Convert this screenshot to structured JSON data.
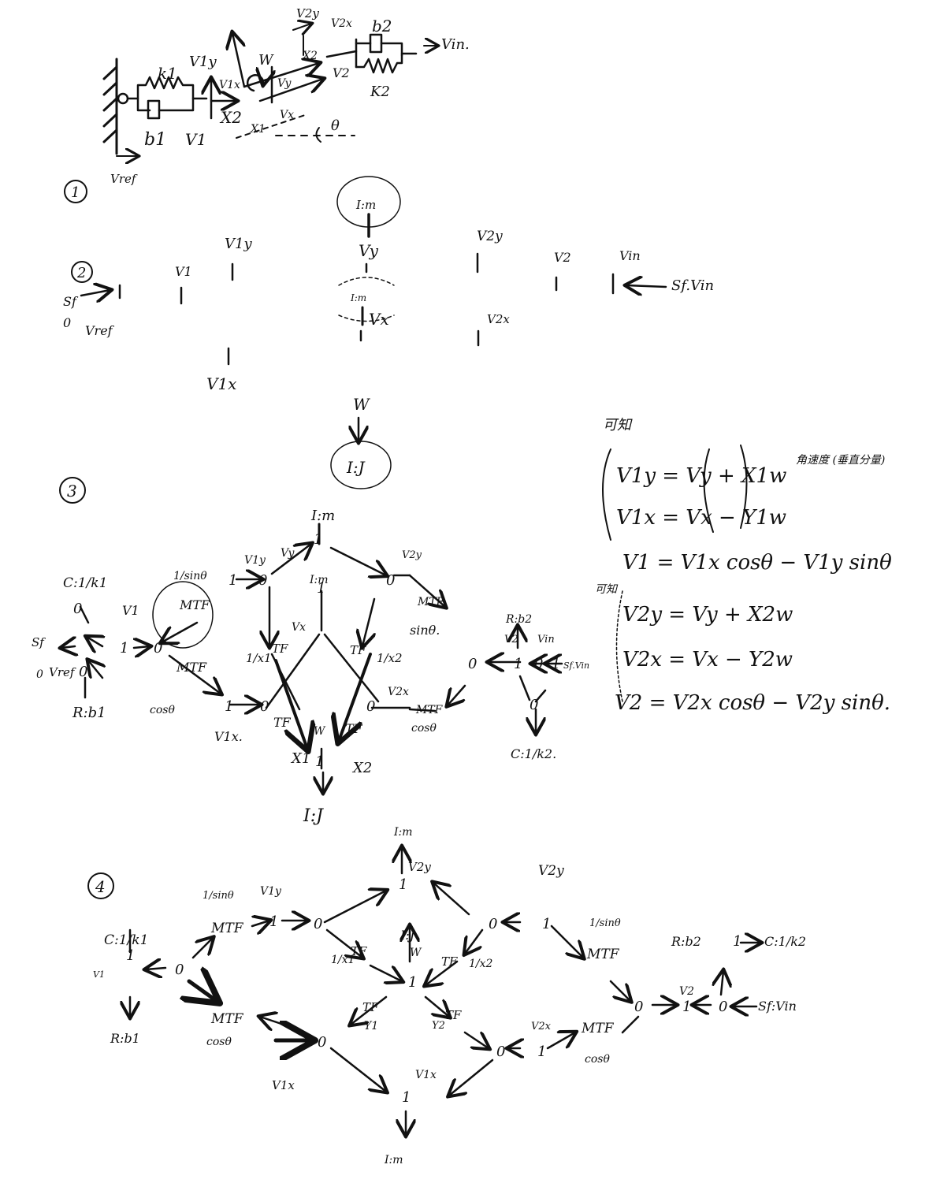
{
  "section_numbers": [
    "①",
    "②",
    "③",
    "④"
  ],
  "mechanical_sketch": {
    "labels": [
      "k1",
      "b1",
      "V1",
      "V1y",
      "V1x",
      "X2",
      "X1",
      "W",
      "Vx",
      "Vy",
      "V2y",
      "V2x",
      "V2",
      "X2",
      "b2",
      "K2",
      "Vin.",
      "Vref",
      "θ"
    ]
  },
  "step2": {
    "labels": [
      "Sf",
      "0",
      "Vref",
      "V1",
      "V1y",
      "V1x",
      "Vy",
      "Vx",
      "I:m",
      "I:m",
      "V2y",
      "V2x",
      "V2",
      "Vin",
      "Sf.Vin"
    ]
  },
  "step3": {
    "labels": [
      "W",
      "I:J",
      "I:m",
      "I:m",
      "C:1/k1",
      "Sf",
      "0",
      "Vref",
      "R:b1",
      "V1",
      "1/sinθ",
      "MTF",
      "MTF",
      "cosθ",
      "V1y",
      "V1x.",
      "Vy",
      "Vx",
      "1/x1",
      "TF",
      "TF",
      "1/x2",
      "TF",
      "TF",
      "X1",
      "X2",
      "W",
      "I:J",
      "V2y",
      "V2x",
      "MTF",
      "sinθ.",
      "MTF",
      "cosθ",
      "R:b2",
      "V2",
      "Vin",
      "Sf.Vin",
      "C:1/k2."
    ]
  },
  "equations": {
    "header": "可知",
    "note": "角速度 (垂直分量)",
    "lines": [
      "V1y = Vy + X1w",
      "V1x = Vx − Y1w",
      "V1 = V1x cosθ − V1y sinθ",
      "V2y = Vy + X2w",
      "V2x = Vx − Y2w",
      "V2 = V2x cosθ − V2y sinθ."
    ],
    "tag2": "可知"
  },
  "step4": {
    "labels": [
      "I:m",
      "V2y",
      "V2y",
      "C:1/k1",
      "V1",
      "R:b1",
      "1/sinθ",
      "MTF",
      "V1y",
      "I:J",
      "W",
      "1/x1",
      "TF",
      "TF",
      "1/x2",
      "MTF",
      "cosθ",
      "TF",
      "Y1",
      "TF",
      "Y2",
      "V1x",
      "V2x",
      "MTF",
      "cosθ",
      "1/sinθ",
      "MTF",
      "V1x",
      "R:b2",
      "C:1/k2",
      "V2",
      "Sf:Vin",
      "I:m"
    ]
  }
}
